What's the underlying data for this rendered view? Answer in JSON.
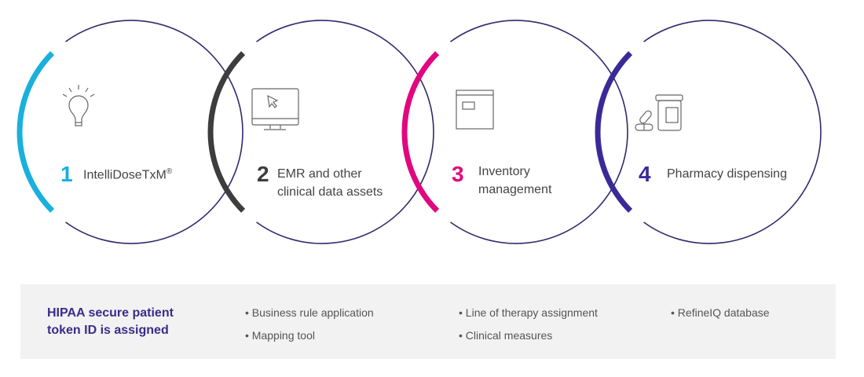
{
  "steps": [
    {
      "number": "1",
      "label": "IntelliDoseTxM",
      "mark": "®",
      "color": "#19b0dd",
      "icon": "lightbulb-icon"
    },
    {
      "number": "2",
      "label_line1": "EMR and other",
      "label_line2": "clinical data assets",
      "color": "#3d3d3d",
      "icon": "monitor-cursor-icon"
    },
    {
      "number": "3",
      "label_line1": "Inventory",
      "label_line2": "management",
      "color": "#e1077f",
      "icon": "box-icon"
    },
    {
      "number": "4",
      "label": "Pharmacy dispensing",
      "color": "#3a2a98",
      "icon": "pill-bottle-icon"
    }
  ],
  "ring_color": "#2f2a6e",
  "summary": {
    "title_line1": "HIPAA secure patient",
    "title_line2": "token ID is assigned",
    "columns": [
      [
        "Business rule application",
        "Mapping tool"
      ],
      [
        "Line of therapy assignment",
        "Clinical measures"
      ],
      [
        "RefineIQ database"
      ]
    ]
  }
}
